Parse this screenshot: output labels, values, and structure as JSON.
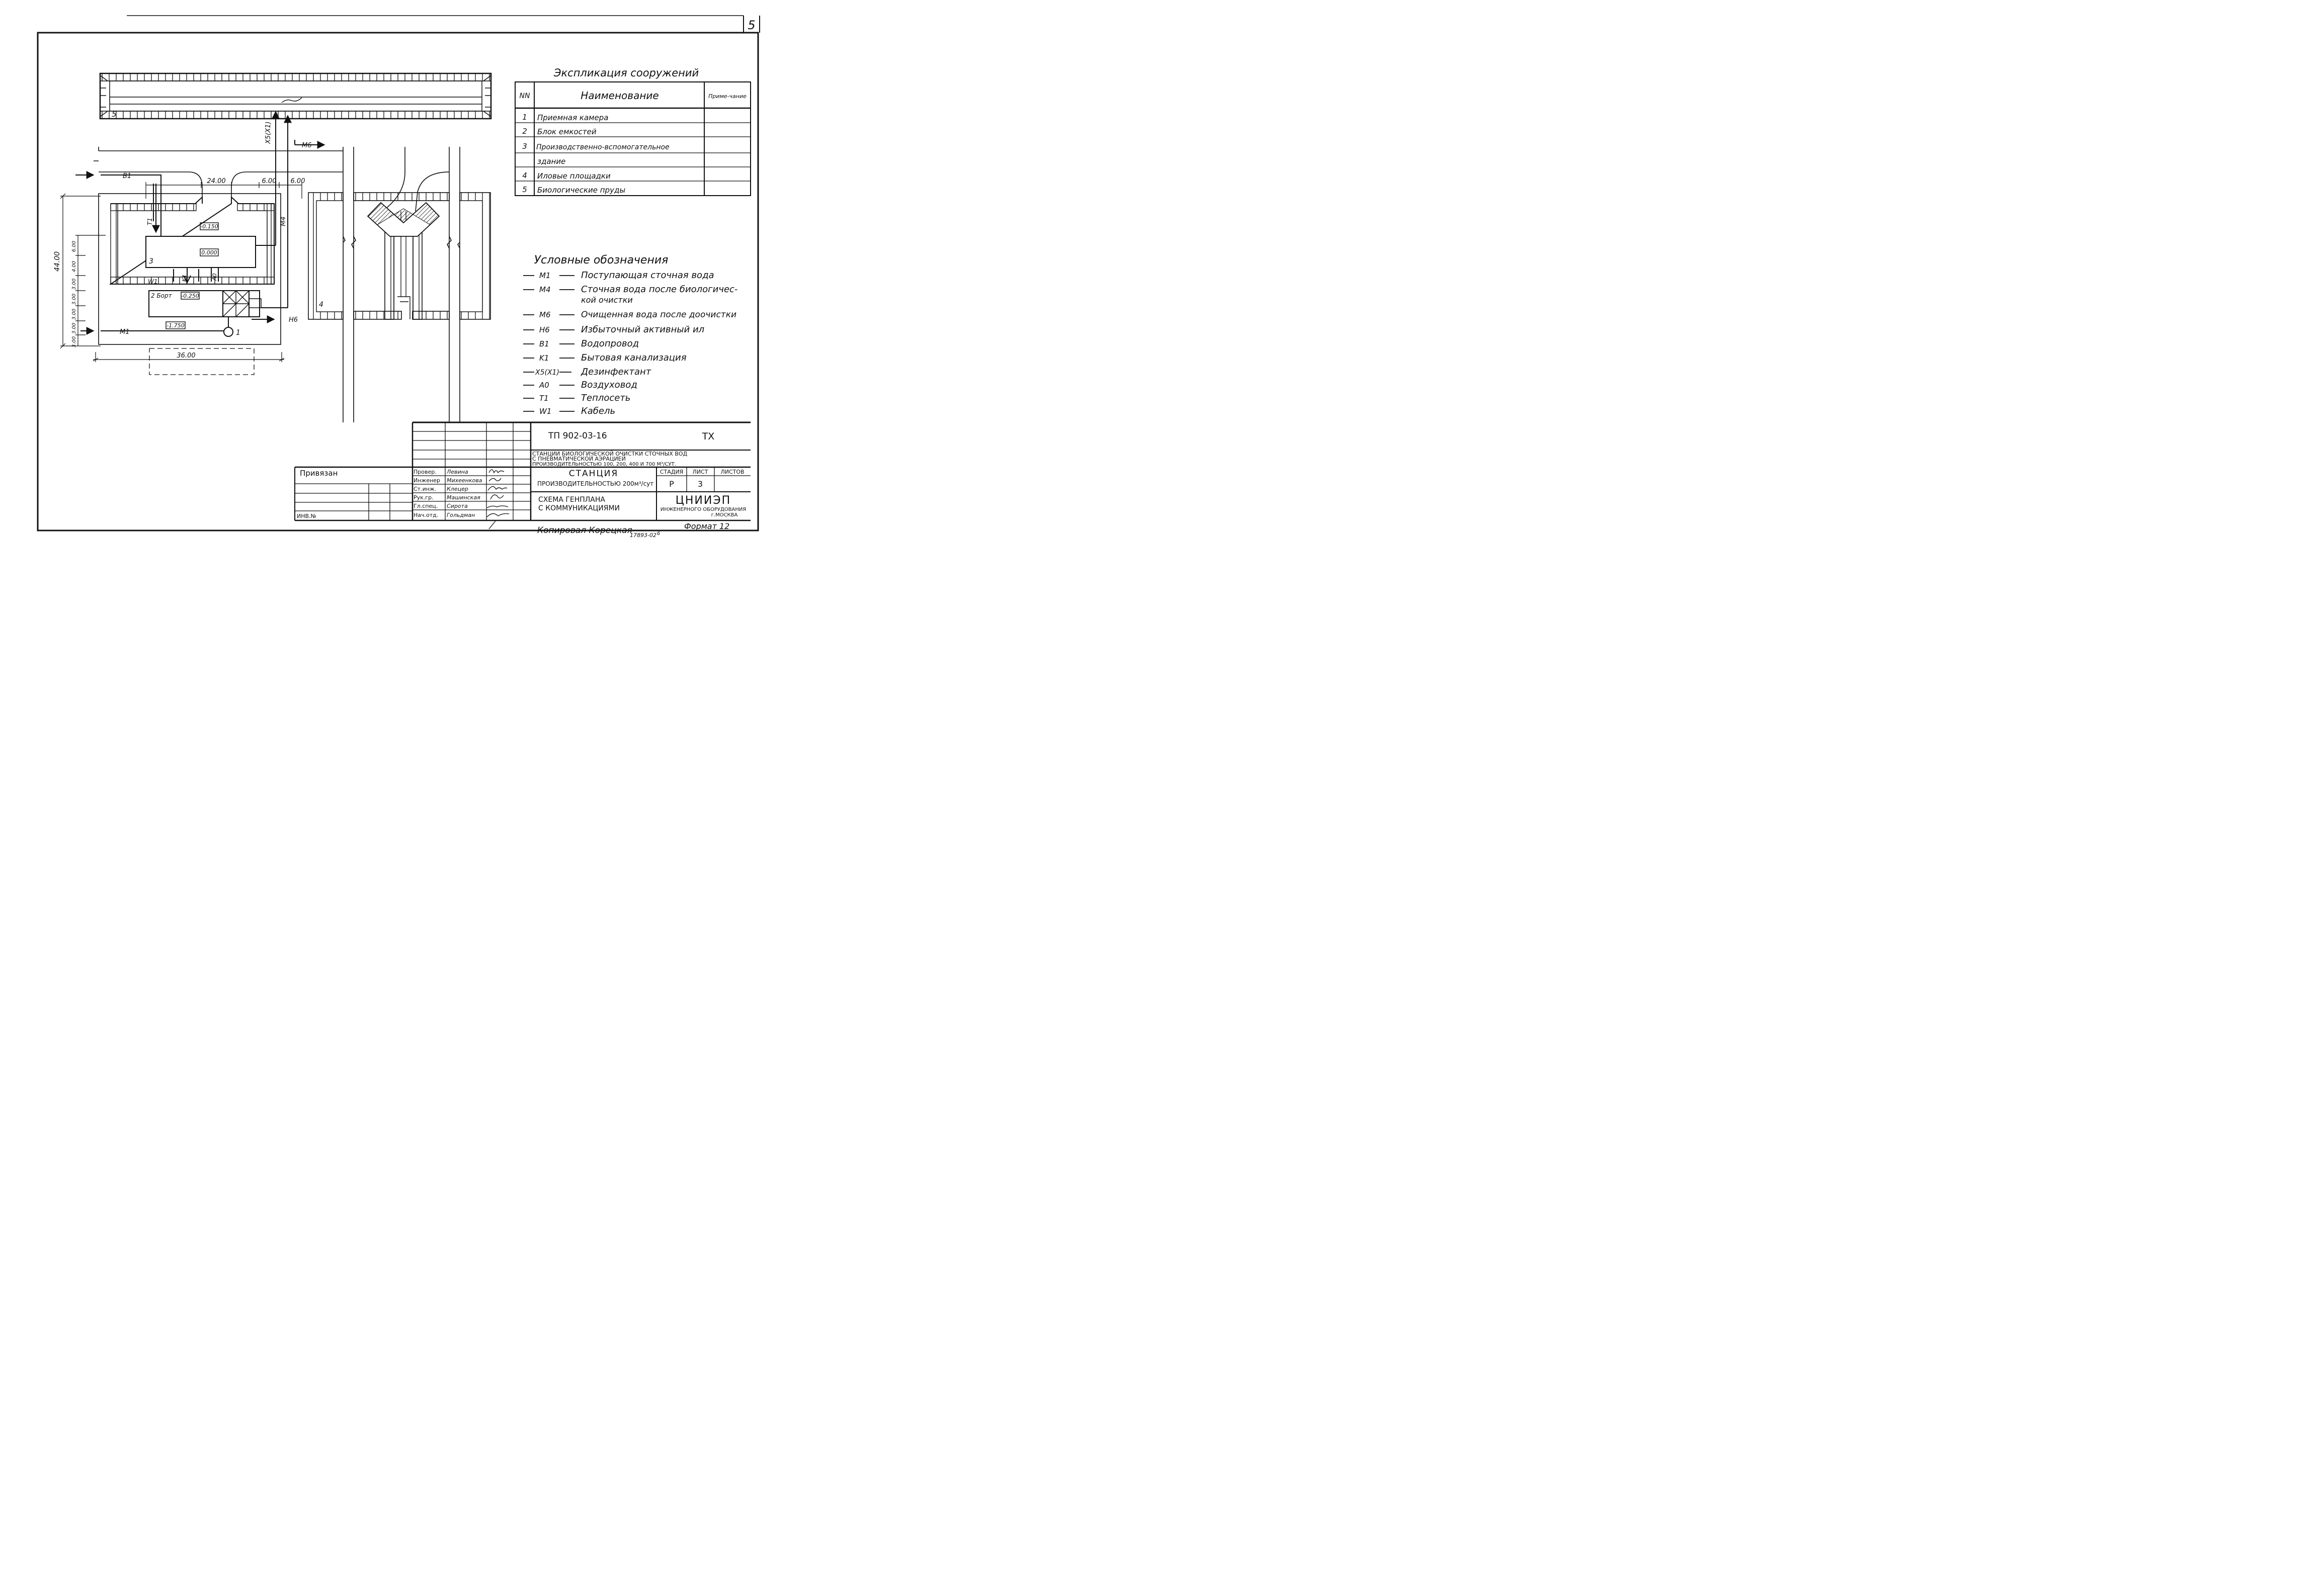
{
  "sheet": {
    "number": "5"
  },
  "site": {
    "pond_label": "5",
    "pipe_x5": "X5(X1)",
    "pipe_m6": "M6",
    "pipe_b1": "B1",
    "pipe_t1": "T1",
    "pipe_w1": "W1",
    "pipe_k1": "K1",
    "pipe_a0": "A0",
    "pipe_m4": "M4",
    "pipe_m1": "M1",
    "pipe_h6": "H6",
    "dim_24": "24.00",
    "dim_6a": "6.00",
    "dim_6b": "6.00",
    "dim_44": "44.00",
    "dim_36": "36.00",
    "dim_stack": [
      "6.00",
      "4.00",
      "3.00",
      "3.00",
      "3.00",
      "3.00",
      "3.00"
    ],
    "elev_0150": "-0.150",
    "elev_0000": "0.000",
    "elev_0250": "-0.250",
    "elev_1750": "-1.750",
    "bort_label": "2 Борт",
    "building_label": "3",
    "sludge_label": "4",
    "chamber_label": "1"
  },
  "explication": {
    "title": "Экспликация сооружений",
    "col_nn": "NN",
    "col_name": "Наименование",
    "col_note": "Приме-чание",
    "rows": [
      {
        "n": "1",
        "name": "Приемная камера"
      },
      {
        "n": "2",
        "name": "Блок емкостей"
      },
      {
        "n": "3",
        "name": "Производственно-вспомогательное"
      },
      {
        "n": "",
        "name": "здание"
      },
      {
        "n": "4",
        "name": "Иловые площадки"
      },
      {
        "n": "5",
        "name": "Биологические пруды"
      }
    ]
  },
  "legend": {
    "title": "Условные обозначения",
    "items": [
      {
        "code": "M1",
        "text": "Поступающая сточная вода",
        "text2": ""
      },
      {
        "code": "M4",
        "text": "Сточная вода после биологичес-",
        "text2": "кой очистки"
      },
      {
        "code": "M6",
        "text": "Очищенная вода после доочистки",
        "text2": ""
      },
      {
        "code": "H6",
        "text": "Избыточный активный ил",
        "text2": ""
      },
      {
        "code": "B1",
        "text": "Водопровод",
        "text2": ""
      },
      {
        "code": "K1",
        "text": "Бытовая канализация",
        "text2": ""
      },
      {
        "code": "X5(X1)",
        "text": "Дезинфектант",
        "text2": ""
      },
      {
        "code": "A0",
        "text": "Воздуховод",
        "text2": ""
      },
      {
        "code": "T1",
        "text": "Теплосеть",
        "text2": ""
      },
      {
        "code": "W1",
        "text": "Кабель",
        "text2": ""
      }
    ]
  },
  "titleblock": {
    "doc_code": "ТП  902-03-16",
    "mark": "ТХ",
    "project_line1": "СТАНЦИИ БИОЛОГИЧЕСКОЙ ОЧИСТКИ СТОЧНЫХ ВОД",
    "project_line2": "С ПНЕВМАТИЧЕСКОЙ АЭРАЦИЕЙ",
    "project_line3": "ПРОИЗВОДИТЕЛЬНОСТЬЮ 100, 200, 400 И 700 М³/СУТ.",
    "station_title": "СТАНЦИЯ",
    "station_capacity": "ПРОИЗВОДИТЕЛЬНОСТЬЮ 200м³/сут",
    "stage_h": "СТАДИЯ",
    "sheet_h": "ЛИСТ",
    "sheets_h": "ЛИСТОВ",
    "stage_v": "Р",
    "sheet_v": "3",
    "sheets_v": "",
    "drawing_title1": "СХЕМА ГЕНПЛАНА",
    "drawing_title2": "С КОММУНИКАЦИЯМИ",
    "org_name": "ЦНИИЭП",
    "org_line2": "ИНЖЕНЕРНОГО ОБОРУДОВАНИЯ",
    "org_line3": "г.МОСКВА",
    "privyazan": "Привязан",
    "inv": "ИНВ.№",
    "roles": [
      {
        "role": "Провер.",
        "name": "Левина"
      },
      {
        "role": "Инженер",
        "name": "Михеенкова"
      },
      {
        "role": "Ст.инж.",
        "name": "Клецер"
      },
      {
        "role": "Рук.гр.",
        "name": "Машинская"
      },
      {
        "role": "Гл.спец.",
        "name": "Сирота"
      },
      {
        "role": "Нач.отд.",
        "name": "Гольдман"
      }
    ]
  },
  "footer": {
    "copied": "Копировал  Корецкая",
    "format": "Формат 12",
    "number": "17893-02",
    "sub": "6"
  }
}
